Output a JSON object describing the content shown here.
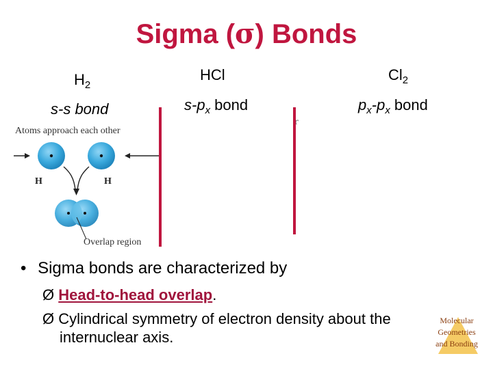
{
  "slide": {
    "title_prefix": "Sigma (",
    "title_symbol": "σ",
    "title_suffix": ") Bonds",
    "molecules": [
      {
        "base": "H",
        "sub": "2"
      },
      {
        "base": "HCl",
        "sub": ""
      },
      {
        "base": "Cl",
        "sub": "2"
      }
    ],
    "bond_types": {
      "ss": "s-s bond",
      "spx": {
        "a": "s-p",
        "a_sub": "x",
        "b": " bond"
      },
      "pxpx": {
        "a": "p",
        "a_sub": "x",
        "dash": "-p",
        "b_sub": "x",
        "b": " bond"
      }
    },
    "diagram": {
      "caption": "Atoms approach each other",
      "atom_label_left": "H",
      "atom_label_right": "H",
      "overlap_label": "Overlap region"
    },
    "stray_text": "r",
    "bullet": {
      "marker": "•",
      "text": "Sigma bonds are characterized by",
      "sub_marker": "Ø",
      "items": [
        {
          "underlined": "Head-to-head overlap",
          "rest": "."
        },
        {
          "text1": "Cylindrical symmetry of electron density about the",
          "text2": "internuclear axis."
        }
      ]
    },
    "footer": [
      "Molecular",
      "Geometries",
      "and Bonding"
    ],
    "colors": {
      "accent": "#c0163f",
      "orbital": "#3aa9dd",
      "footer_triangle": "#f3c24a"
    }
  }
}
